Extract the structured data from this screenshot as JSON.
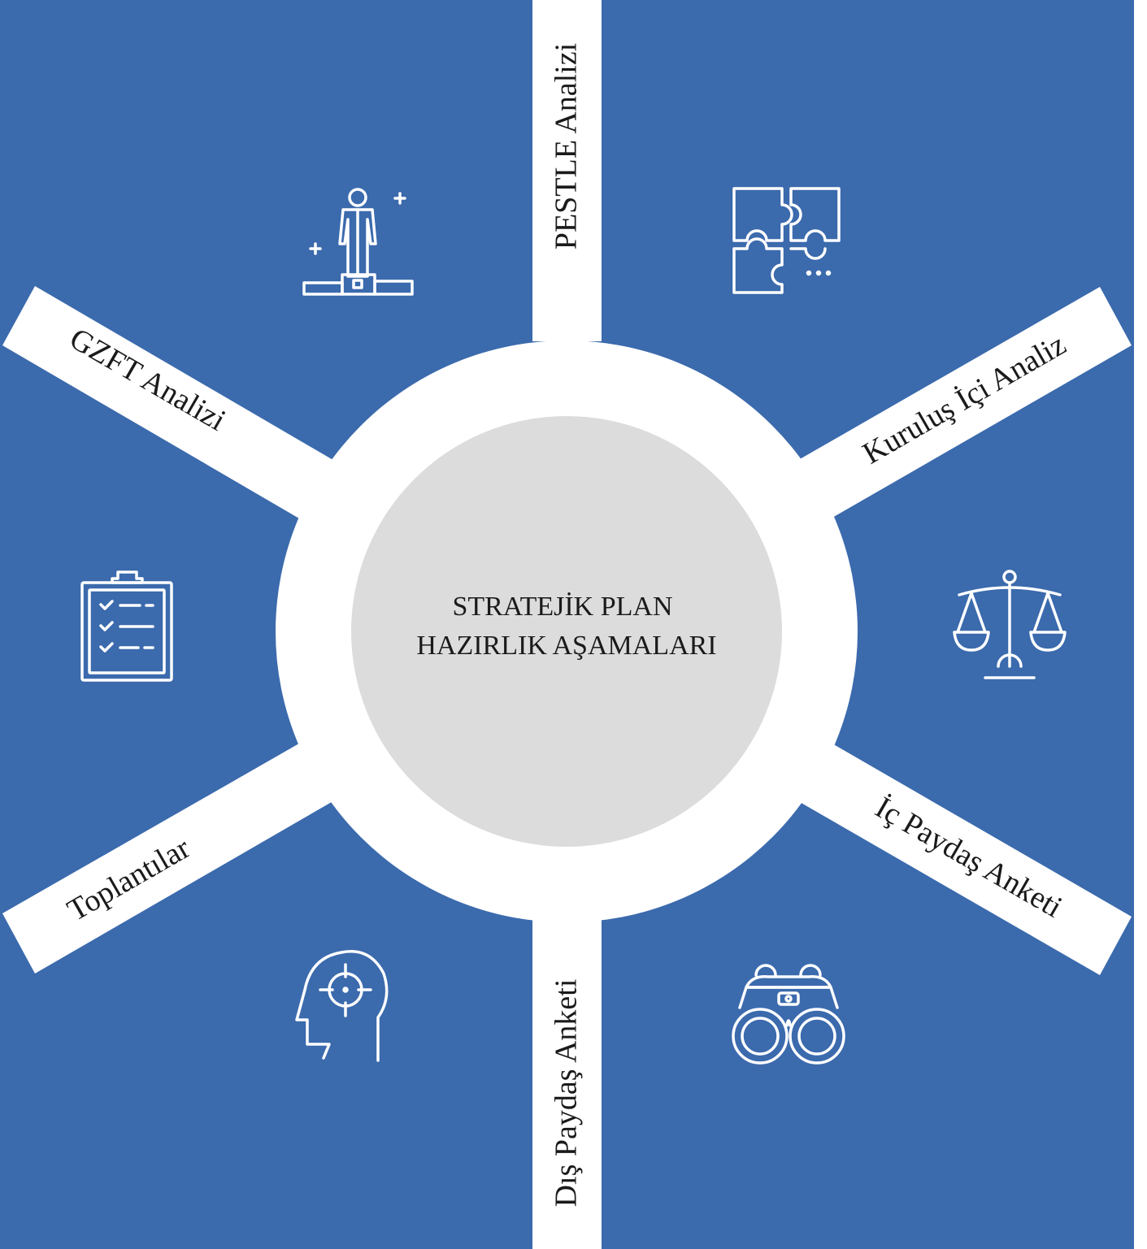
{
  "center": {
    "line1": "STRATEJİK PLAN",
    "line2": "HAZIRLIK AŞAMALARI"
  },
  "spokes": [
    {
      "label": "PESTLE Analizi"
    },
    {
      "label": "Kuruluş İçi Analiz"
    },
    {
      "label": "İç Paydaş Anketi"
    },
    {
      "label": "Dış Paydaş Anketi"
    },
    {
      "label": "Toplantılar"
    },
    {
      "label": "GZFT Analizi"
    }
  ],
  "icons": [
    {
      "name": "puzzle-icon"
    },
    {
      "name": "scales-icon"
    },
    {
      "name": "binoculars-icon"
    },
    {
      "name": "head-target-icon"
    },
    {
      "name": "clipboard-checklist-icon"
    },
    {
      "name": "podium-person-icon"
    }
  ],
  "colors": {
    "panel": "#3b6aad",
    "spoke": "#ffffff",
    "center": "#dcdcdc",
    "icon": "#ffffff",
    "text": "#1a1a1a"
  }
}
